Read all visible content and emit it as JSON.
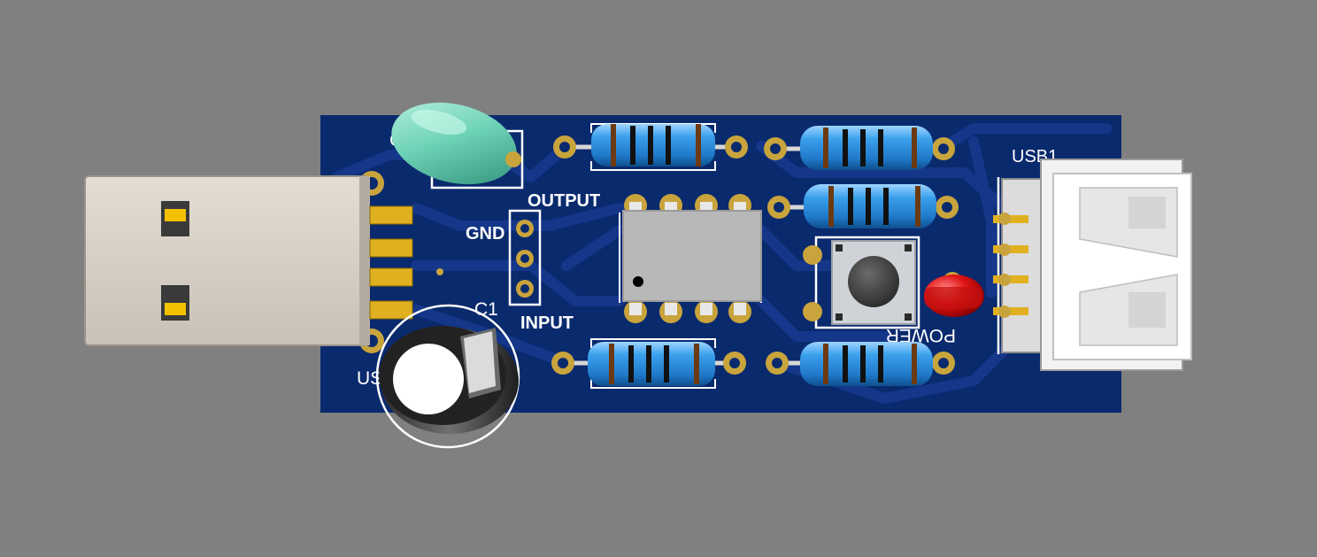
{
  "board": {
    "labels": {
      "output": "OUTPUT",
      "gnd": "GND",
      "input": "INPUT",
      "c1": "C1",
      "usb1": "USB1",
      "power": "POWER",
      "usb_partial": "US",
      "c_partial": "C"
    }
  },
  "colors": {
    "background": "#808080",
    "pcb": "#0a2a6e",
    "pcb_trace": "#14378a",
    "silkscreen": "#ffffff",
    "pad_gold": "#c9a43c",
    "resistor_body": "#2f8fd8",
    "capacitor_teal": "#6fd3b8",
    "led_red": "#e01515",
    "ic_gray": "#b8b8b8"
  }
}
